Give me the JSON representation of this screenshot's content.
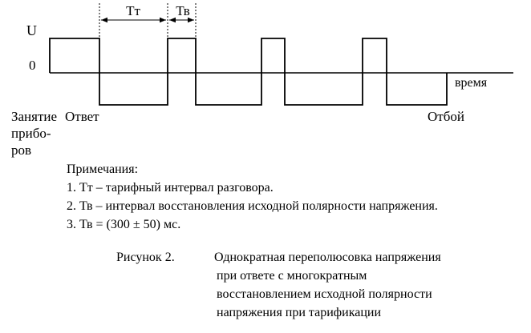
{
  "diagram": {
    "axis_labels": {
      "u": "U",
      "zero": "0",
      "time": "время"
    },
    "intervals": {
      "tariff": "Тт",
      "restore": "Тв"
    },
    "events": {
      "seizure": [
        "Занятие",
        "прибо-",
        "ров"
      ],
      "answer": "Ответ",
      "clear": "Отбой"
    }
  },
  "notes": {
    "heading": "Примечания:",
    "items": [
      "1. Тт – тарифный интервал разговора.",
      "2. Тв – интервал восстановления исходной полярности напряжения.",
      "3. Тв = (300 ± 50) мс."
    ]
  },
  "caption": {
    "label": "Рисунок 2.",
    "lines": [
      "Однократная переполюсовка напряжения",
      "при ответе с многократным",
      "восстановлением исходной полярности",
      "напряжения при тарификации"
    ]
  }
}
